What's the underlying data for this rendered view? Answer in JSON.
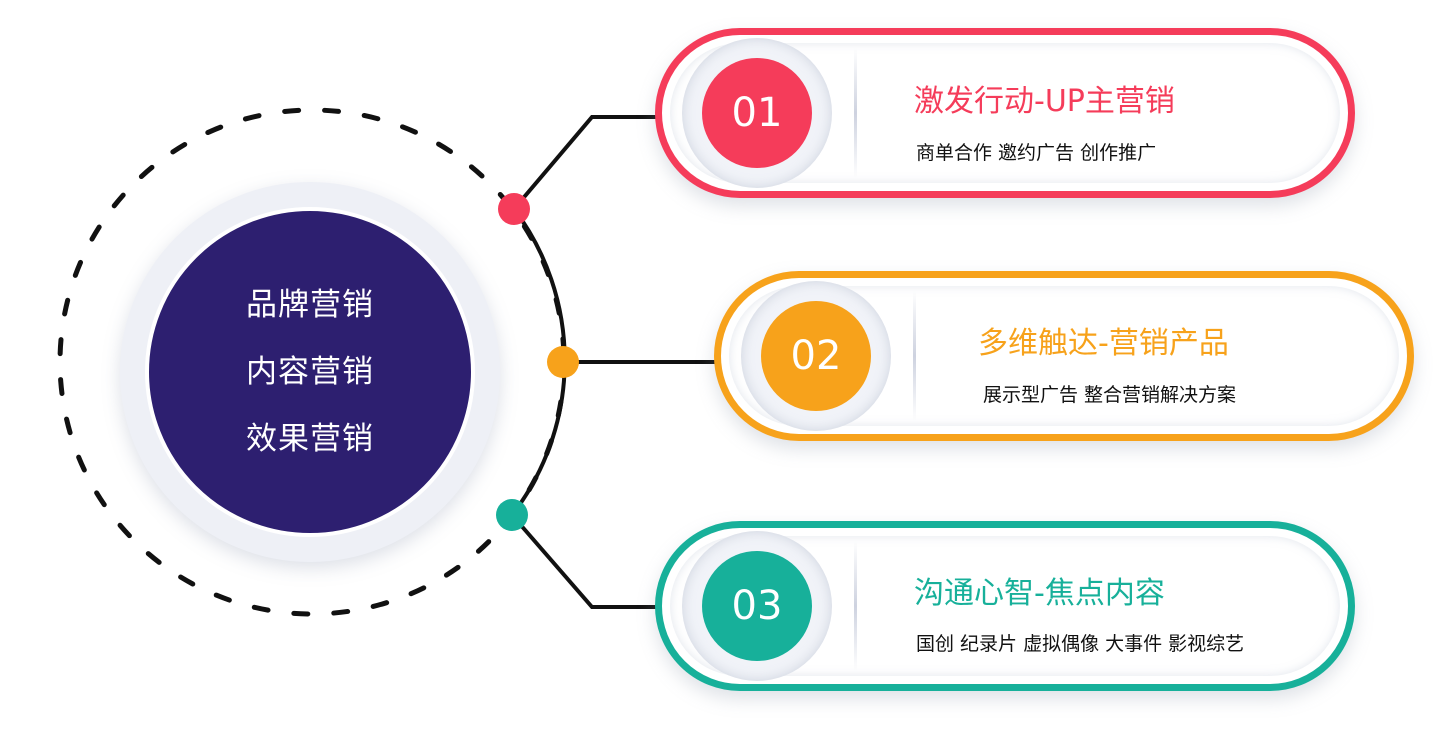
{
  "center": {
    "lines": [
      "品牌营销",
      "内容营销",
      "效果营销"
    ],
    "color": "#2d1f70"
  },
  "items": [
    {
      "number": "01",
      "title": "激发行动-UP主营销",
      "subtitle": "商单合作 邀约广告 创作推广",
      "color": "#f53c5a"
    },
    {
      "number": "02",
      "title": "多维触达-营销产品",
      "subtitle": "展示型广告 整合营销解决方案",
      "color": "#f7a21b"
    },
    {
      "number": "03",
      "title": "沟通心智-焦点内容",
      "subtitle": "国创 纪录片 虚拟偶像 大事件 影视综艺",
      "color": "#17b09a"
    }
  ]
}
